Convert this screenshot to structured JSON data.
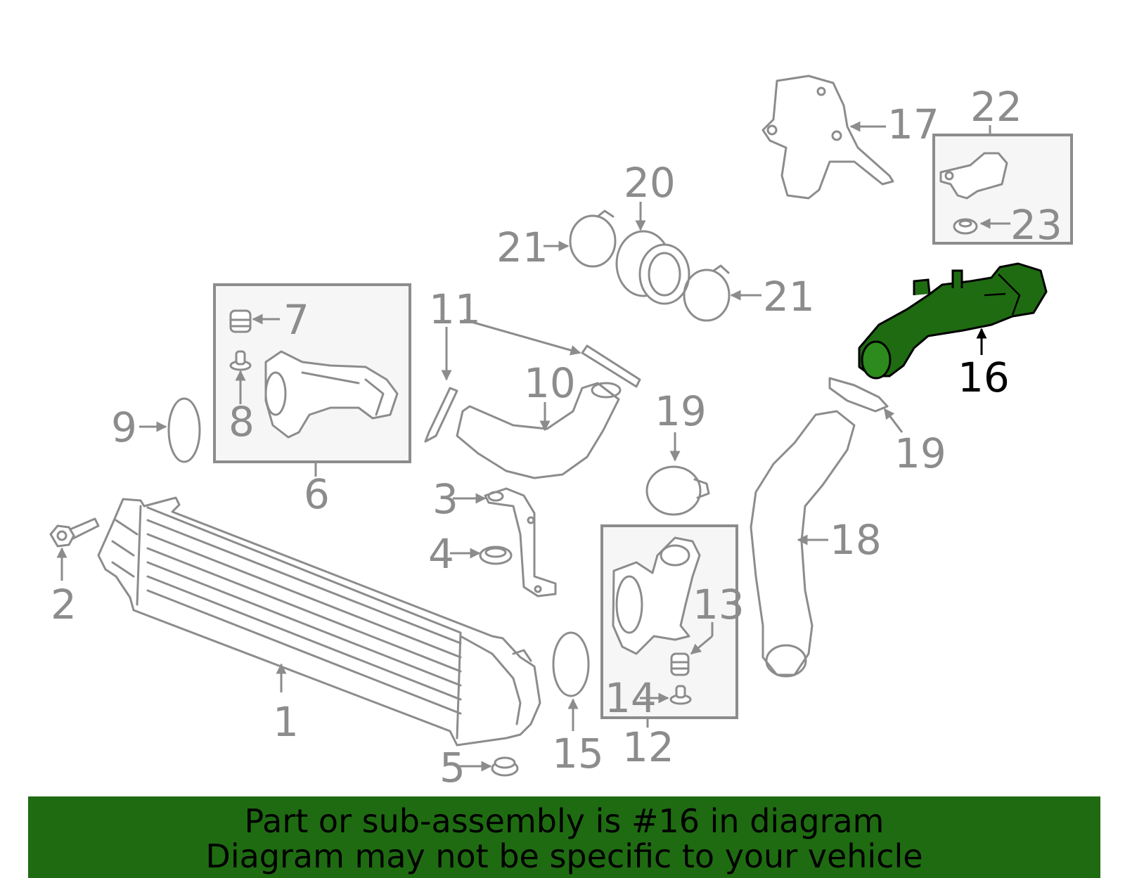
{
  "diagram": {
    "highlight_color": "#1f6b12",
    "part_color": "#8c8c8c",
    "highlighted_part": "16",
    "callouts": {
      "c1": "1",
      "c2": "2",
      "c3": "3",
      "c4": "4",
      "c5": "5",
      "c6": "6",
      "c7": "7",
      "c8": "8",
      "c9": "9",
      "c10": "10",
      "c11": "11",
      "c12": "12",
      "c13": "13",
      "c14": "14",
      "c15": "15",
      "c16": "16",
      "c17": "17",
      "c18": "18",
      "c19a": "19",
      "c19b": "19",
      "c20": "20",
      "c21a": "21",
      "c21b": "21",
      "c22": "22",
      "c23": "23"
    }
  },
  "banner": {
    "background": "#1f6b12",
    "line1": "Part or sub-assembly is #16 in diagram",
    "line2": "Diagram may not be specific to your vehicle"
  }
}
